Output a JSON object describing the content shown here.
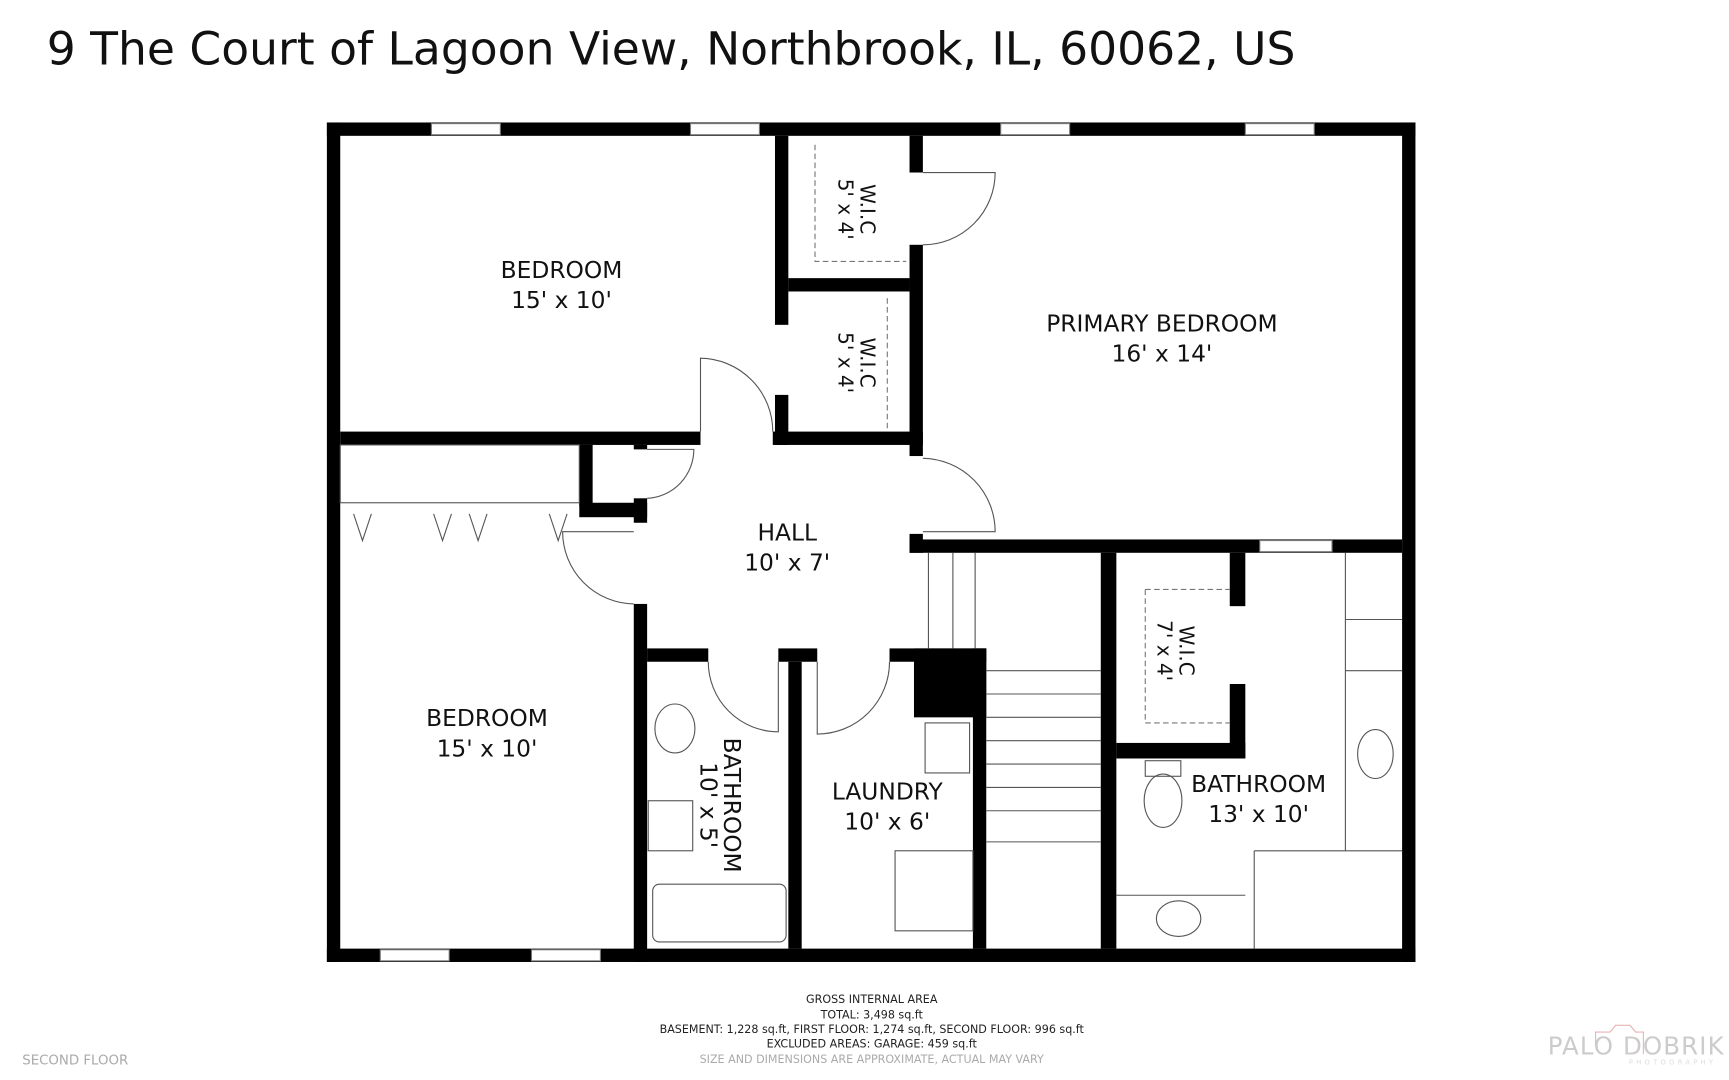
{
  "header": {
    "address": "9 The Court of Lagoon View, Northbrook, IL, 60062, US"
  },
  "rooms": [
    {
      "name": "BEDROOM",
      "size": "15' x 10'"
    },
    {
      "name": "W.I.C",
      "size": "5' x 4'"
    },
    {
      "name": "W.I.C",
      "size": "5' x 4'"
    },
    {
      "name": "PRIMARY BEDROOM",
      "size": "16' x 14'"
    },
    {
      "name": "HALL",
      "size": "10' x 7'"
    },
    {
      "name": "BEDROOM",
      "size": "15' x 10'"
    },
    {
      "name": "BATHROOM",
      "size": "10' x 5'"
    },
    {
      "name": "LAUNDRY",
      "size": "10' x 6'"
    },
    {
      "name": "W.I.C",
      "size": "7' x 4'"
    },
    {
      "name": "BATHROOM",
      "size": "13' x 10'"
    }
  ],
  "footer": {
    "heading": "GROSS INTERNAL AREA",
    "total": "TOTAL: 3,498 sq.ft",
    "breakdown": "BASEMENT: 1,228 sq.ft, FIRST FLOOR: 1,274 sq.ft, SECOND FLOOR: 996 sq.ft",
    "excluded": "EXCLUDED AREAS: GARAGE: 459 sq.ft",
    "disclaimer": "SIZE AND DIMENSIONS ARE APPROXIMATE, ACTUAL MAY VARY",
    "floor_label": "SECOND FLOOR"
  },
  "logo": {
    "name": "PALO DOBRIK",
    "sub": "PHOTOGRAPHY",
    "accent": "#e8b4b4"
  }
}
